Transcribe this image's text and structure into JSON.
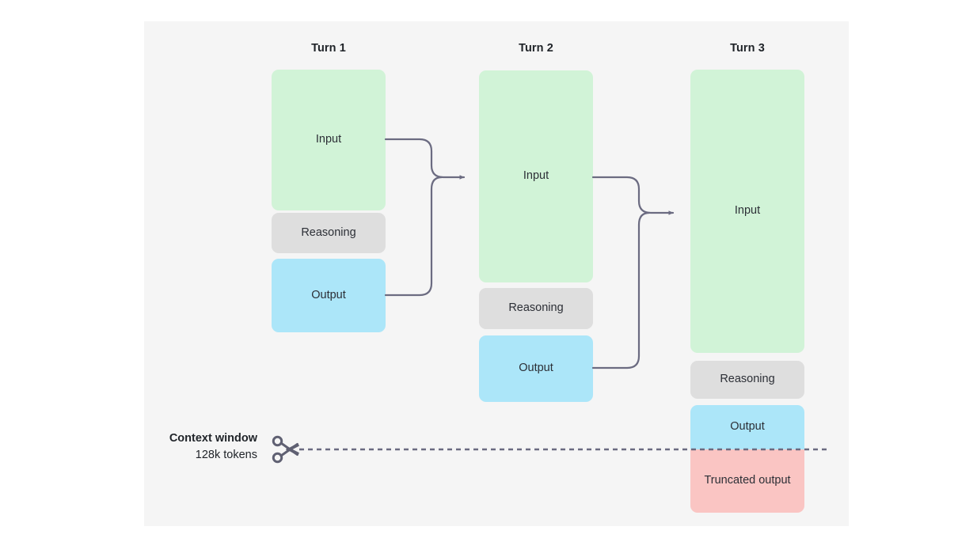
{
  "diagram": {
    "title_hidden": "",
    "panel_color": "#f5f5f5",
    "page_color": "#ffffff",
    "stroke_color": "#6b6b81",
    "colors": {
      "input": "#d1f3d7",
      "reasoning": "#dedede",
      "output": "#ace6f9",
      "truncated": "#fac5c3",
      "text": "#2c2f36",
      "heading": "#1f2328"
    },
    "columns": [
      {
        "id": "turn-1",
        "title": "Turn 1",
        "blocks": [
          {
            "id": "input",
            "label": "Input",
            "kind": "input"
          },
          {
            "id": "reasoning",
            "label": "Reasoning",
            "kind": "reasoning"
          },
          {
            "id": "output",
            "label": "Output",
            "kind": "output"
          }
        ]
      },
      {
        "id": "turn-2",
        "title": "Turn 2",
        "blocks": [
          {
            "id": "input",
            "label": "Input",
            "kind": "input"
          },
          {
            "id": "reasoning",
            "label": "Reasoning",
            "kind": "reasoning"
          },
          {
            "id": "output",
            "label": "Output",
            "kind": "output"
          }
        ]
      },
      {
        "id": "turn-3",
        "title": "Turn 3",
        "blocks": [
          {
            "id": "input",
            "label": "Input",
            "kind": "input"
          },
          {
            "id": "reasoning",
            "label": "Reasoning",
            "kind": "reasoning"
          },
          {
            "id": "output",
            "label": "Output",
            "kind": "output"
          },
          {
            "id": "truncated",
            "label": "Truncated output",
            "kind": "truncated"
          }
        ]
      }
    ],
    "context_window": {
      "title": "Context window",
      "subtitle": "128k tokens",
      "icon": "scissors-icon",
      "line_style": "dashed"
    },
    "connectors": [
      {
        "id": "turn1-to-turn2",
        "from": [
          "turn-1.input",
          "turn-1.output"
        ],
        "to": "turn-2.input"
      },
      {
        "id": "turn2-to-turn3",
        "from": [
          "turn-2.input",
          "turn-2.output"
        ],
        "to": "turn-3.input"
      }
    ]
  }
}
